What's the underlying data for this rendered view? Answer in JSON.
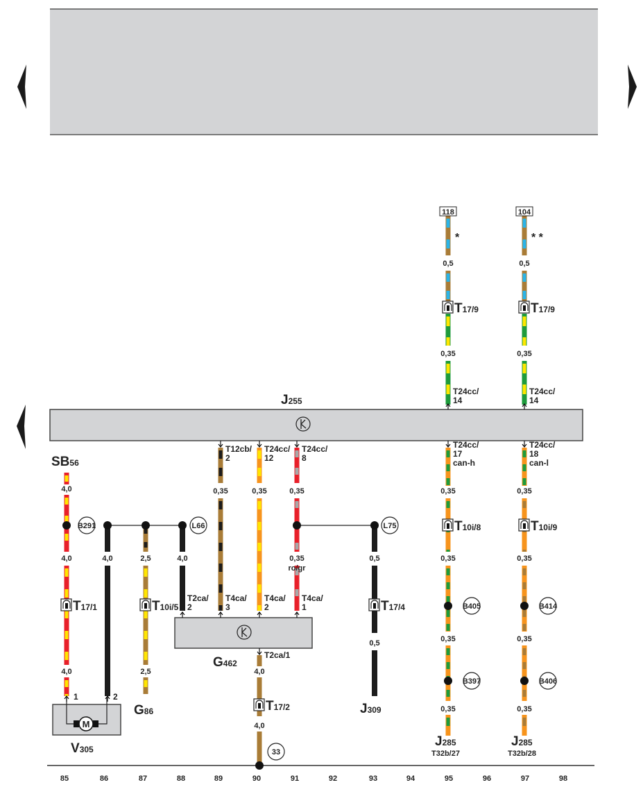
{
  "nav": {
    "prev_label": "previous-page",
    "next_label": "next-page",
    "prev_left_label": "previous-section"
  },
  "top_panel": {
    "content": ""
  },
  "components": {
    "J255": {
      "letter": "J",
      "number": "255",
      "symbol": "transistor-k"
    },
    "G462": {
      "letter": "G",
      "number": "462",
      "symbol": "transistor-k"
    },
    "SB56": {
      "letter": "SB",
      "number": "56"
    },
    "V305": {
      "letter": "V",
      "number": "305",
      "symbol": "M"
    },
    "G86": {
      "letter": "G",
      "number": "86"
    },
    "J309": {
      "letter": "J",
      "number": "309"
    },
    "J285a": {
      "letter": "J",
      "number": "285",
      "pin": "T32b/27"
    },
    "J285b": {
      "letter": "J",
      "number": "285",
      "pin": "T32b/28"
    }
  },
  "refs": {
    "ref118": "118",
    "ref104": "104",
    "star1": "*",
    "star2": "* *"
  },
  "connectors": {
    "T17_9a": {
      "T": "T",
      "sub": "17/9"
    },
    "T17_9b": {
      "T": "T",
      "sub": "17/9"
    },
    "T17_1": {
      "T": "T",
      "sub": "17/1"
    },
    "T10i_5": {
      "T": "T",
      "sub": "10i/5"
    },
    "T17_2": {
      "T": "T",
      "sub": "17/2"
    },
    "T17_4": {
      "T": "T",
      "sub": "17/4"
    },
    "T10i_8": {
      "T": "T",
      "sub": "10i/8"
    },
    "T10i_9": {
      "T": "T",
      "sub": "10i/9"
    }
  },
  "pins": {
    "j255_in_95": [
      "T24cc/",
      "14"
    ],
    "j255_in_97": [
      "T24cc/",
      "14"
    ],
    "j255_out_89": [
      "T12cb/",
      "2"
    ],
    "j255_out_90": [
      "T24cc/",
      "12"
    ],
    "j255_out_91": [
      "T24cc/",
      "8"
    ],
    "j255_out_95": [
      "T24cc/",
      "17",
      "can-h"
    ],
    "j255_out_97": [
      "T24cc/",
      "18",
      "can-l"
    ],
    "g462_88": [
      "T2ca/",
      "2"
    ],
    "g462_89": [
      "T4ca/",
      "3"
    ],
    "g462_90": [
      "T4ca/",
      "2"
    ],
    "g462_91": [
      "T4ca/",
      "1"
    ],
    "g462_out": "T2ca/1",
    "v305_1": "1",
    "v305_2": "2"
  },
  "gauges": {
    "g95_top": "0,5",
    "g97_top": "0,5",
    "g95_mid": "0,35",
    "g97_mid": "0,35",
    "g85_a": "4,0",
    "g85_b": "4,0",
    "g85_c": "4,0",
    "g86": "4,0",
    "g87_a": "2,5",
    "g87_b": "2,5",
    "g88": "4,0",
    "g89": "0,35",
    "g90": "0,35",
    "g91_a": "0,35",
    "g91_b": "0,35",
    "g91_color": "ro/gr",
    "g93_a": "0,5",
    "g93_b": "0,5",
    "g90_low_a": "4,0",
    "g90_low_b": "4,0",
    "g95_a": "0,35",
    "g95_b": "0,35",
    "g95_c": "0,35",
    "g95_d": "0,35",
    "g97_a": "0,35",
    "g97_b": "0,35",
    "g97_c": "0,35",
    "g97_d": "0,35"
  },
  "splices": {
    "B291": "B291",
    "L66": "L66",
    "L75": "L75",
    "B405": "B405",
    "B397": "B397",
    "B414": "B414",
    "B406": "B406",
    "ground33": "33"
  },
  "columns": [
    "85",
    "86",
    "87",
    "88",
    "89",
    "90",
    "91",
    "92",
    "93",
    "94",
    "95",
    "96",
    "97",
    "98"
  ],
  "colors": {
    "panel_gray": "#d3d4d6",
    "red": "#e8202a",
    "yellow": "#ffe600",
    "brown": "#a97c37",
    "black": "#1c1c1c",
    "orange": "#f7941d",
    "green": "#1e9b3c",
    "blue": "#2ab4e8",
    "gray": "#a8a8a8"
  }
}
